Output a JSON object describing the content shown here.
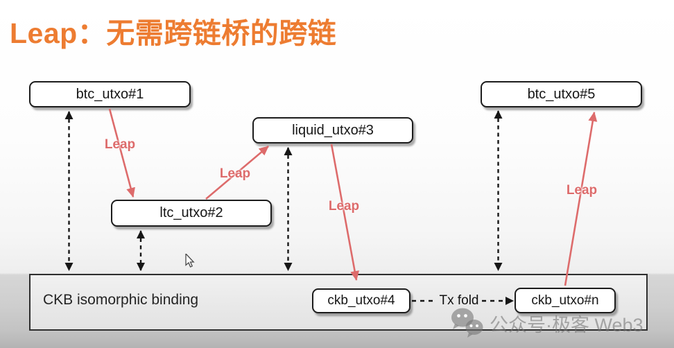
{
  "title": "Leap：无需跨链桥的跨链",
  "nodes": [
    {
      "id": "btc_utxo_1",
      "label": "btc_utxo#1"
    },
    {
      "id": "ltc_utxo_2",
      "label": "ltc_utxo#2"
    },
    {
      "id": "liquid_utxo_3",
      "label": "liquid_utxo#3"
    },
    {
      "id": "btc_utxo_5",
      "label": "btc_utxo#5"
    },
    {
      "id": "ckb_utxo_4",
      "label": "ckb_utxo#4"
    },
    {
      "id": "ckb_utxo_n",
      "label": "ckb_utxo#n"
    }
  ],
  "binding_bar": {
    "label": "CKB isomorphic binding"
  },
  "edges": {
    "leap_labels": [
      "Leap",
      "Leap",
      "Leap",
      "Leap"
    ],
    "tx_fold_label": "Tx fold"
  },
  "watermark": {
    "text": "公众号·极客 Web3"
  },
  "colors": {
    "title_orange": "#ED7C31",
    "leap_red": "#DD6B6B",
    "line_black": "#161616"
  }
}
